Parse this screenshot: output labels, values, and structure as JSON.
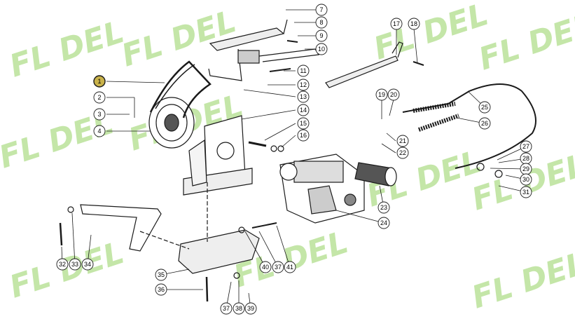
{
  "watermark": {
    "text": "FL DEL",
    "color": "#b9e29a"
  },
  "colors": {
    "line": "#1a1a1a",
    "highlight": "#c9b24a",
    "bubble_fill": "#ffffff"
  },
  "selected_part": "1",
  "callouts": [
    {
      "id": "1",
      "label": "1"
    },
    {
      "id": "2",
      "label": "2"
    },
    {
      "id": "3",
      "label": "3"
    },
    {
      "id": "4",
      "label": "4"
    },
    {
      "id": "7",
      "label": "7"
    },
    {
      "id": "8",
      "label": "8"
    },
    {
      "id": "9",
      "label": "9"
    },
    {
      "id": "10",
      "label": "10"
    },
    {
      "id": "11",
      "label": "11"
    },
    {
      "id": "12",
      "label": "12"
    },
    {
      "id": "13",
      "label": "13"
    },
    {
      "id": "14",
      "label": "14"
    },
    {
      "id": "15",
      "label": "15"
    },
    {
      "id": "16",
      "label": "16"
    },
    {
      "id": "17",
      "label": "17"
    },
    {
      "id": "18",
      "label": "18"
    },
    {
      "id": "19",
      "label": "19"
    },
    {
      "id": "20",
      "label": "20"
    },
    {
      "id": "21",
      "label": "21"
    },
    {
      "id": "22",
      "label": "22"
    },
    {
      "id": "23",
      "label": "23"
    },
    {
      "id": "24",
      "label": "24"
    },
    {
      "id": "25",
      "label": "25"
    },
    {
      "id": "26",
      "label": "26"
    },
    {
      "id": "27",
      "label": "27"
    },
    {
      "id": "28",
      "label": "28"
    },
    {
      "id": "29",
      "label": "29"
    },
    {
      "id": "30",
      "label": "30"
    },
    {
      "id": "31",
      "label": "31"
    },
    {
      "id": "32",
      "label": "32"
    },
    {
      "id": "33",
      "label": "33"
    },
    {
      "id": "34",
      "label": "34"
    },
    {
      "id": "35",
      "label": "35"
    },
    {
      "id": "36",
      "label": "36"
    },
    {
      "id": "37a",
      "label": "37"
    },
    {
      "id": "38",
      "label": "38"
    },
    {
      "id": "39",
      "label": "39"
    },
    {
      "id": "40",
      "label": "40"
    },
    {
      "id": "37b",
      "label": "37"
    },
    {
      "id": "41",
      "label": "41"
    }
  ]
}
